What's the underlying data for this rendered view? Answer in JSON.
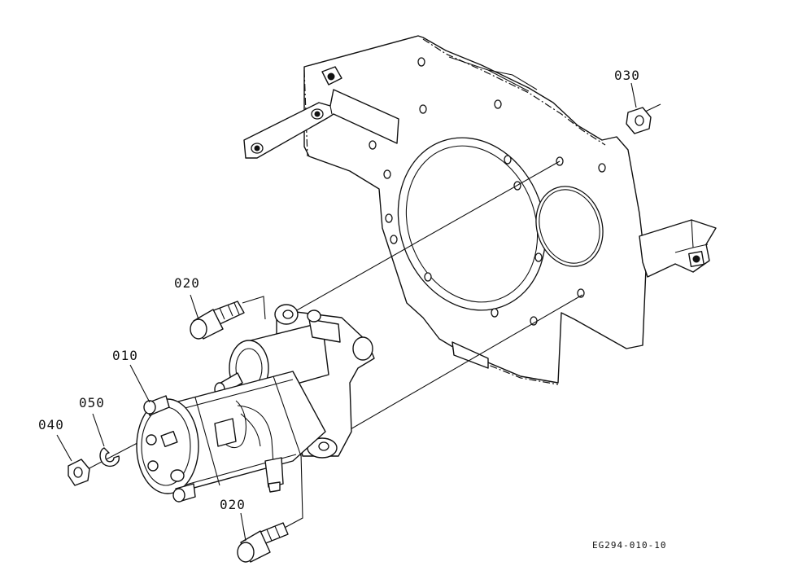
{
  "diagram": {
    "part_labels": {
      "p010": "010",
      "p020_upper": "020",
      "p020_lower": "020",
      "p030": "030",
      "p040": "040",
      "p050": "050"
    },
    "reference_code": "EG294-010-10"
  }
}
